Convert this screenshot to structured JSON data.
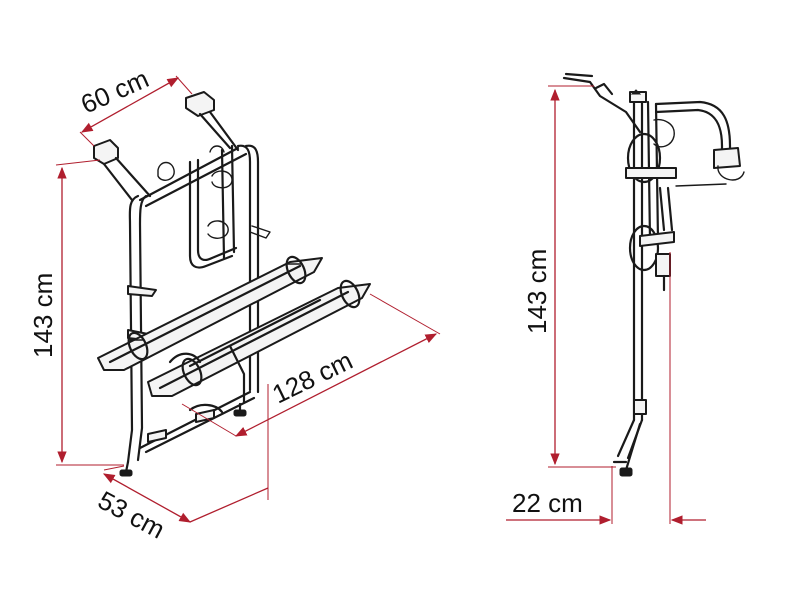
{
  "dimensions": {
    "width_top": "60 cm",
    "height_left": "143 cm",
    "length_rails": "128 cm",
    "depth_bottom": "53 cm",
    "height_side": "143 cm",
    "offset_side": "22 cm"
  },
  "colors": {
    "dimension_line": "#b01e2e",
    "drawing_line": "#1a1a1a",
    "background": "#ffffff"
  }
}
